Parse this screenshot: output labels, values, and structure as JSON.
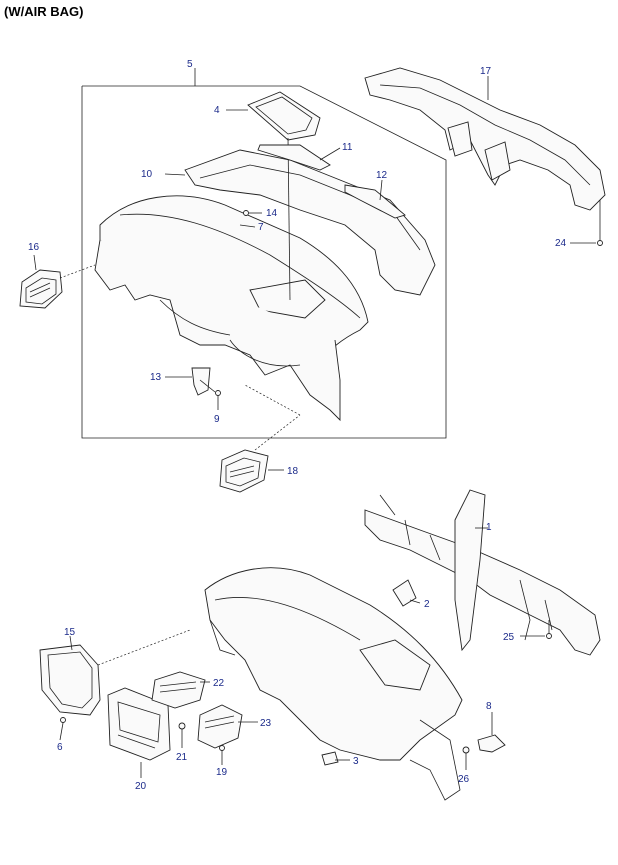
{
  "title": "(W/AIR BAG)",
  "callouts": {
    "c1": "1",
    "c2": "2",
    "c3": "3",
    "c4": "4",
    "c5": "5",
    "c6": "6",
    "c7": "7",
    "c8": "8",
    "c9": "9",
    "c10": "10",
    "c11": "11",
    "c12": "12",
    "c13": "13",
    "c14": "14",
    "c15": "15",
    "c16": "16",
    "c17": "17",
    "c18": "18",
    "c19": "19",
    "c20": "20",
    "c21": "21",
    "c22": "22",
    "c23": "23",
    "c24": "24",
    "c25": "25",
    "c26": "26"
  },
  "colors": {
    "callout_text": "#1b2a8a",
    "line": "#222222"
  }
}
